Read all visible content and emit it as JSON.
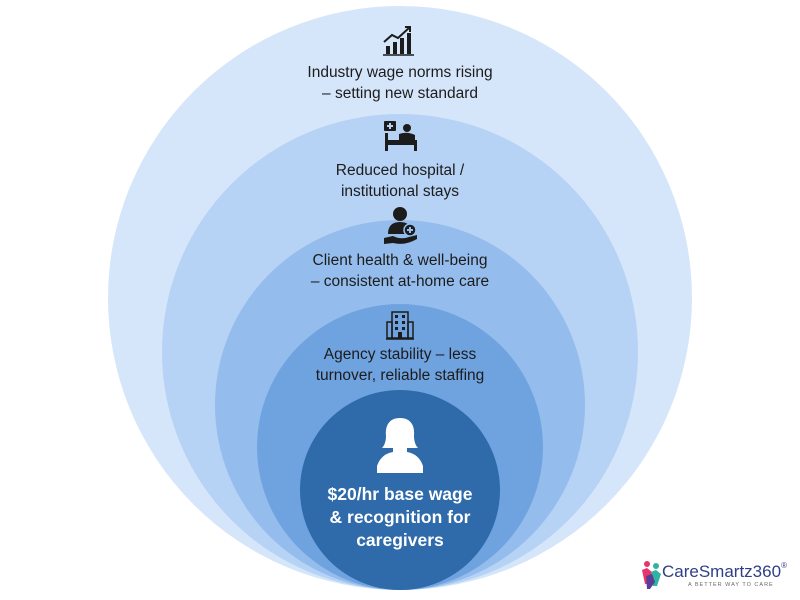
{
  "layers": [
    {
      "line1": "Industry wage norms rising",
      "line2": "– setting new standard",
      "icon": "trend-chart-icon"
    },
    {
      "line1": "Reduced hospital /",
      "line2": "institutional stays",
      "icon": "hospital-bed-icon"
    },
    {
      "line1": "Client health & well-being",
      "line2": "– consistent at-home care",
      "icon": "caregiver-hand-icon"
    },
    {
      "line1": "Agency stability – less",
      "line2": "turnover, reliable staffing",
      "icon": "office-building-icon"
    }
  ],
  "center": {
    "line1": "$20/hr base wage",
    "line2": "& recognition for",
    "line3": "caregivers",
    "icon": "woman-user-icon"
  },
  "logo": {
    "name": "CareSmartz360",
    "registered": "®",
    "tagline": "A BETTER WAY TO CARE"
  },
  "colors": {
    "ring1": "#d6e6fa",
    "ring2": "#b6d2f4",
    "ring3": "#94bcec",
    "ring4": "#6fa3df",
    "center": "#2f6aaa",
    "text": "#1c1c1c"
  }
}
